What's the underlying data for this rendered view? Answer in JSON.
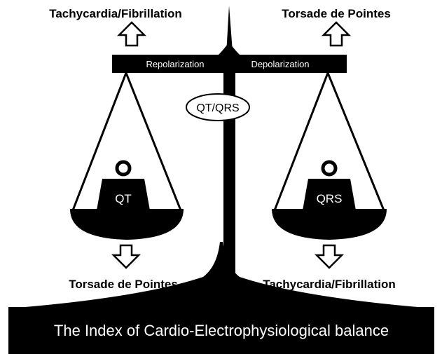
{
  "labels": {
    "top_left": "Tachycardia/Fibrillation",
    "top_right": "Torsade de Pointes",
    "bottom_left": "Torsade de Pointes",
    "bottom_right": "Tachycardia/Fibrillation"
  },
  "beam": {
    "left": "Repolarization",
    "right": "Depolarization"
  },
  "ratio_label": "QT/QRS",
  "weights": {
    "left": "QT",
    "right": "QRS"
  },
  "footer": "The Index of Cardio-Electrophysiological balance",
  "icons": {
    "up_arrows": "up-arrow-icon",
    "down_arrows": "down-arrow-icon"
  }
}
